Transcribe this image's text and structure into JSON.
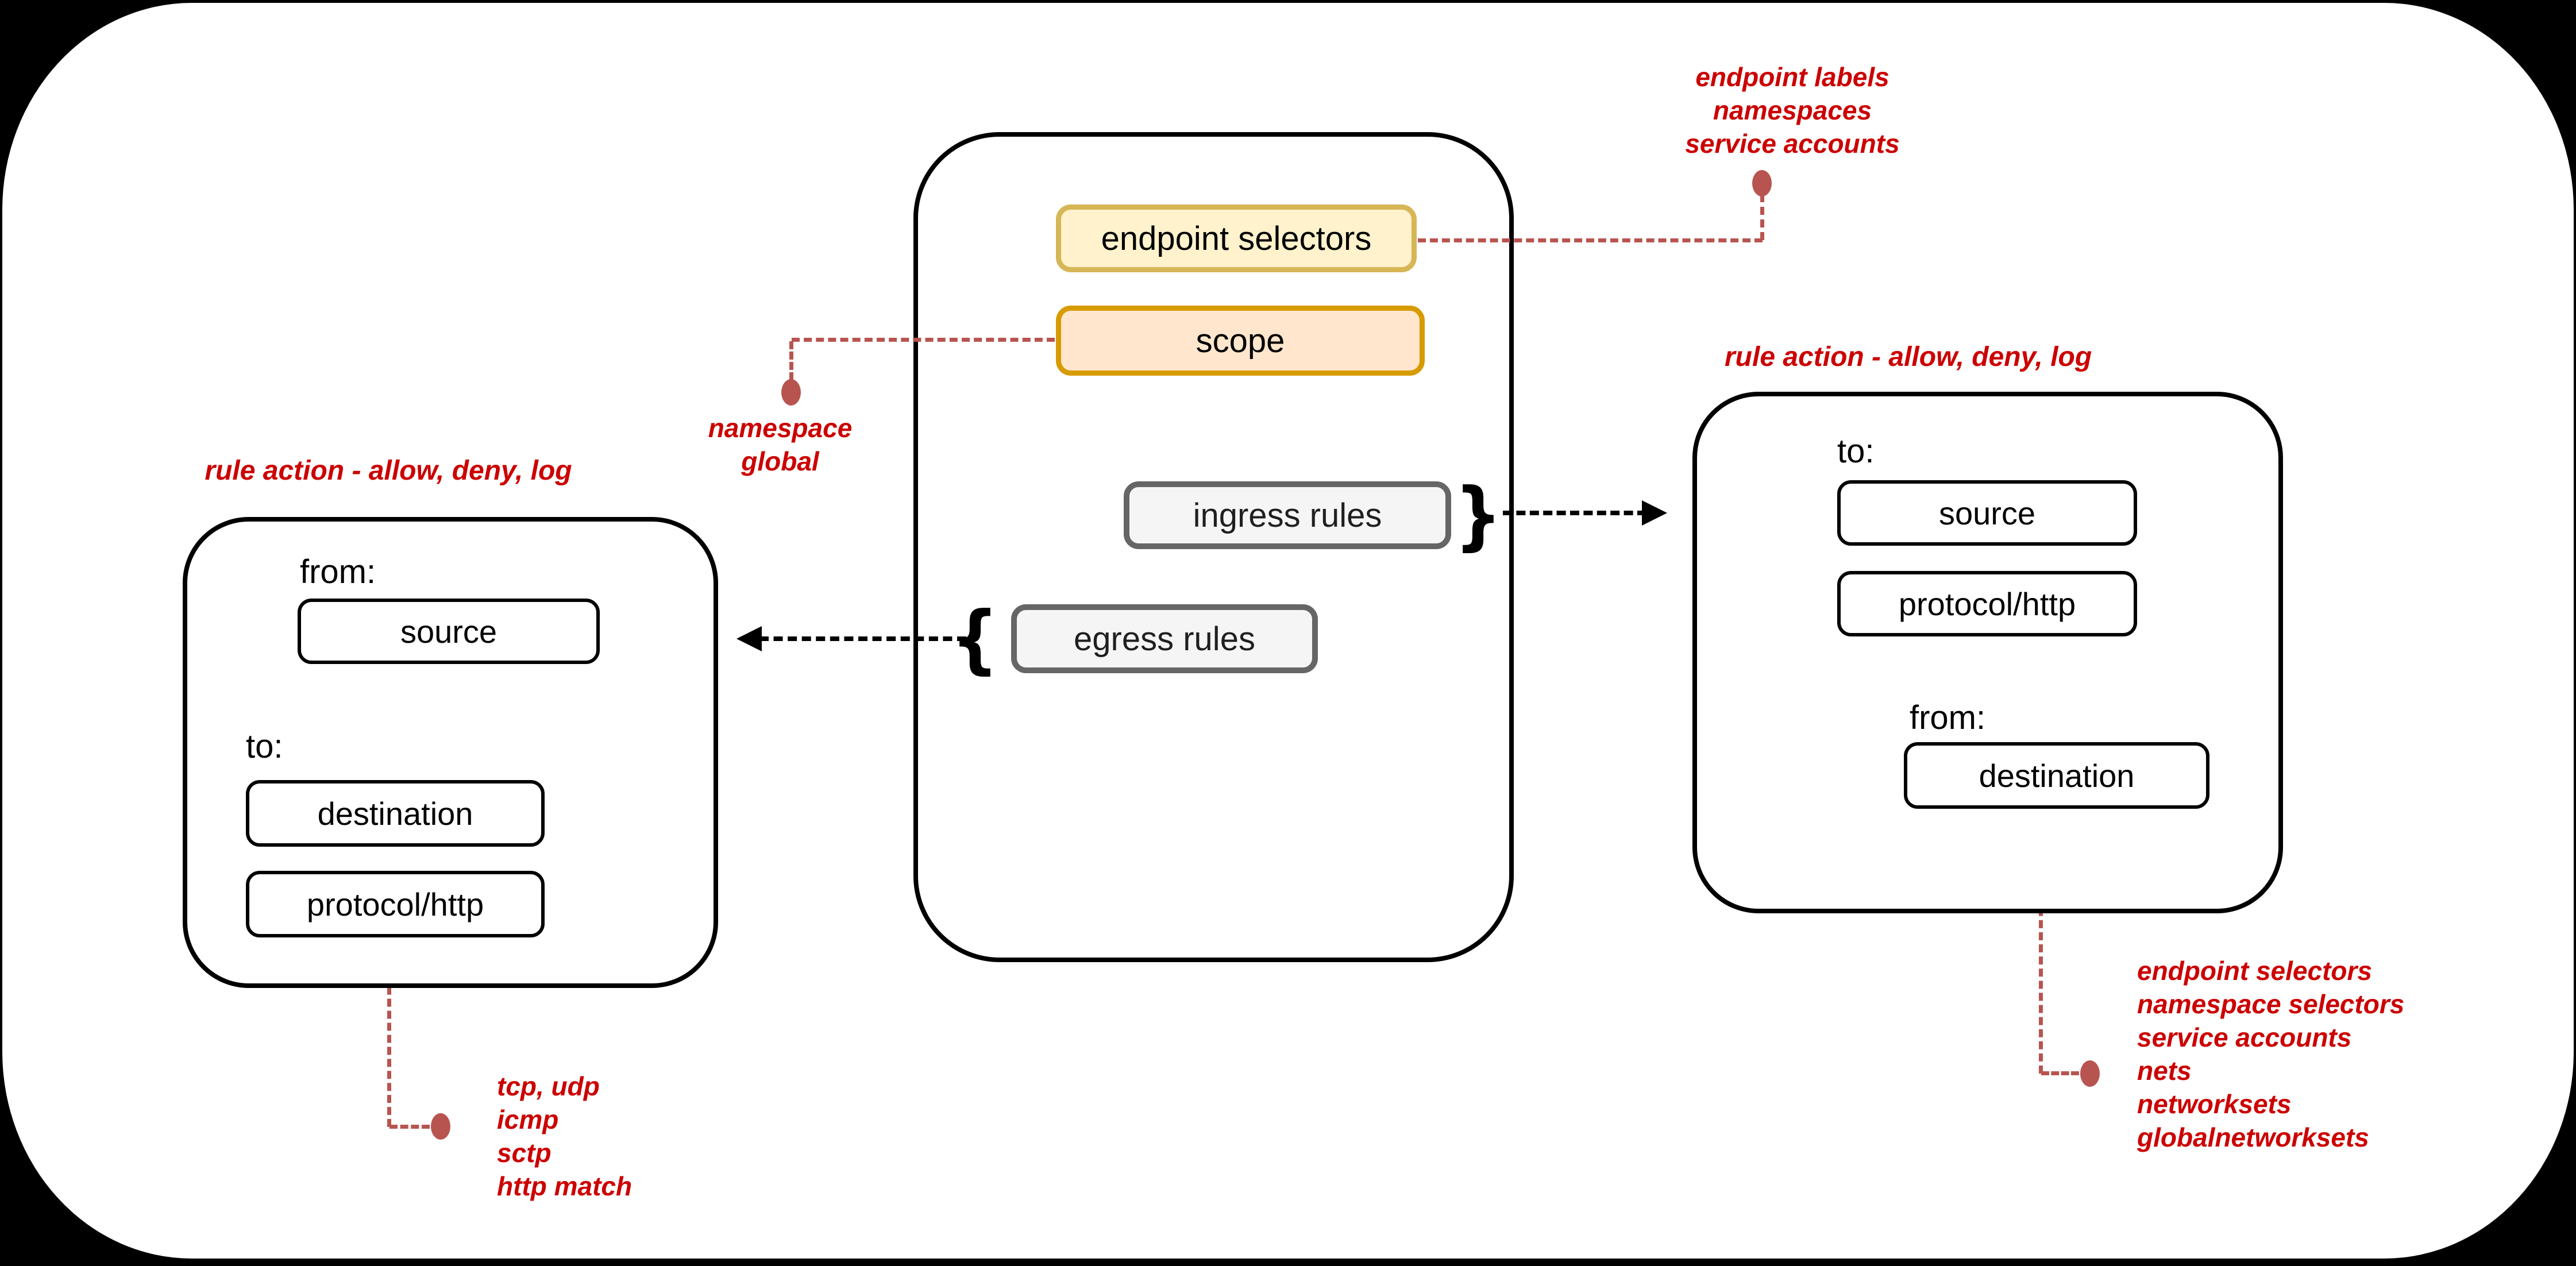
{
  "diagram": {
    "policy": {
      "endpoint_selectors": "endpoint selectors",
      "scope": "scope",
      "ingress_rules": "ingress rules",
      "egress_rules": "egress rules",
      "brace_close": "}",
      "brace_open": "{"
    },
    "egress_rule_box": {
      "title": "rule action - allow, deny, log",
      "from_label": "from:",
      "source": "source",
      "to_label": "to:",
      "destination": "destination",
      "protocol": "protocol/http"
    },
    "ingress_rule_box": {
      "title": "rule action - allow, deny, log",
      "to_label": "to:",
      "source": "source",
      "protocol": "protocol/http",
      "from_label": "from:",
      "destination": "destination"
    },
    "annotations": {
      "endpoint_selectors_note": {
        "lines": [
          "endpoint labels",
          "namespaces",
          "service accounts"
        ]
      },
      "scope_note": {
        "lines": [
          "namespace",
          "global"
        ]
      },
      "protocol_note": {
        "lines": [
          "tcp, udp",
          "icmp",
          "sctp",
          "http match"
        ]
      },
      "destination_note": {
        "lines": [
          "endpoint selectors",
          "namespace selectors",
          "service accounts",
          "nets",
          "networksets",
          "globalnetworksets"
        ]
      }
    },
    "colors": {
      "annotation_red": "#cc0000",
      "connector_red": "#b85450",
      "yellow_fill": "#fff2cc",
      "yellow_border": "#d6b656",
      "orange_fill": "#ffe6cc",
      "orange_border": "#d79b00",
      "gray_fill": "#f5f5f5",
      "gray_border": "#666666",
      "panel_bg": "#ffffff",
      "background": "#000000"
    }
  }
}
